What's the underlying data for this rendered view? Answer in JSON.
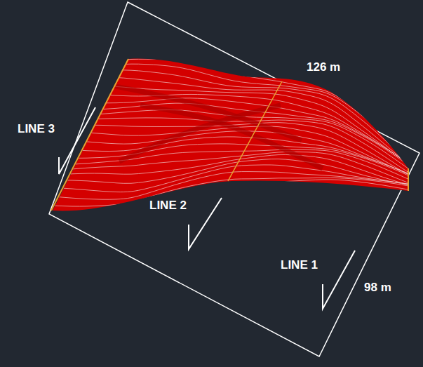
{
  "diagram": {
    "labels": [
      "LINE 3",
      "LINE 2",
      "LINE 1",
      "126 m",
      "98 m"
    ]
  }
}
